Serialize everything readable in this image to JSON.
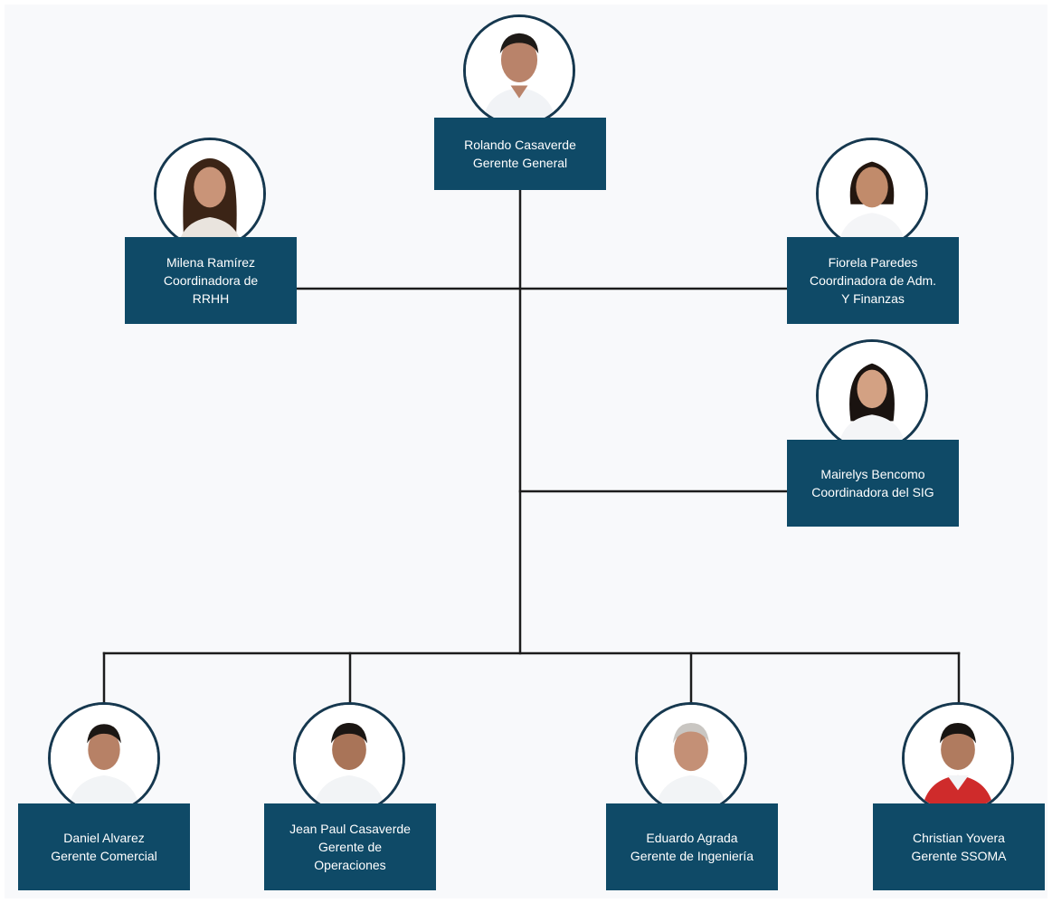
{
  "colors": {
    "box": "#0f4a67",
    "ring": "#16384f",
    "connector": "#1c1c1c",
    "background": "#f8f9fb"
  },
  "people": {
    "rolando": {
      "name": "Rolando Casaverde",
      "role": [
        "Gerente General"
      ],
      "photo_icon": "person-photo-icon"
    },
    "milena": {
      "name": "Milena Ramírez",
      "role": [
        "Coordinadora de",
        "RRHH"
      ],
      "photo_icon": "person-photo-icon"
    },
    "fiorela": {
      "name": "Fiorela Paredes",
      "role": [
        "Coordinadora de Adm.",
        "Y Finanzas"
      ],
      "photo_icon": "person-photo-icon"
    },
    "mairelys": {
      "name": "Mairelys Bencomo",
      "role": [
        "Coordinadora del SIG"
      ],
      "photo_icon": "person-photo-icon"
    },
    "daniel": {
      "name": "Daniel Alvarez",
      "role": [
        "Gerente Comercial"
      ],
      "photo_icon": "person-photo-icon"
    },
    "jeanpaul": {
      "name": "Jean Paul Casaverde",
      "role": [
        "Gerente de",
        "Operaciones"
      ],
      "photo_icon": "person-photo-icon"
    },
    "eduardo": {
      "name": "Eduardo Agrada",
      "role": [
        "Gerente de Ingeniería"
      ],
      "photo_icon": "person-photo-icon"
    },
    "christian": {
      "name": "Christian Yovera",
      "role": [
        "Gerente SSOMA"
      ],
      "photo_icon": "person-photo-icon"
    }
  }
}
